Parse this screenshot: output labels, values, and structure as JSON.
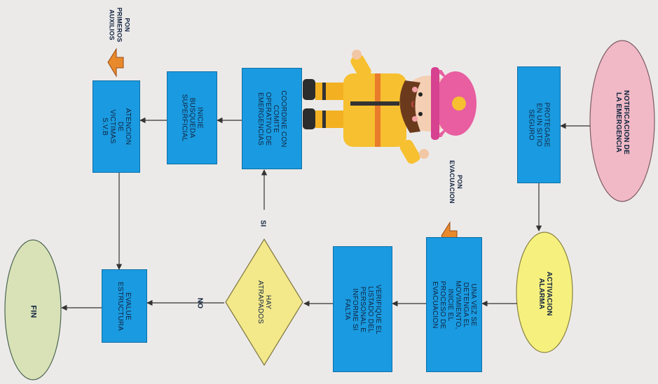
{
  "nodes": {
    "start": "NOTIFICACION DE LA EMERGENCIA",
    "protect": "PROTEGASE EN UN SITIO SEGURO",
    "alarm": "ACTIVACION ALARMA",
    "evac_process": "UNA VEZ SE DETENGA EL MOVIMIENTO, INICIE EL PROCESO DE EVACUACION",
    "verify": "VERIFIQUE EL LISTADO DEL PERSONAL E INFORME SI FALTA",
    "decision": "HAY ATRAPADOS",
    "coordinate": "COORDINE CON COMITE OPERATIVO DE EMERGENCIAS",
    "search": "INICIE BUSQUEDA SUPERFICIAL",
    "attention": "ATENCION DE VICTIMAS S.V.B",
    "evaluate": "EVALUE ESTRUCTURA",
    "end": "FIN"
  },
  "labels": {
    "pon_evacuacion": "PON EVACUACION",
    "pon_primeros_auxilios": "PON PRIMEROS AUXILIOS",
    "yes": "SI",
    "no": "NO"
  },
  "colors": {
    "process_box": "#1a9ae0",
    "start_ellipse": "#f0b9c5",
    "alarm_ellipse": "#f6f07e",
    "decision_diamond": "#f3e88a",
    "end_ellipse": "#d9e2b7",
    "pointer_arrow": "#e8892b"
  },
  "icons": {
    "illustration": "firefighter-girl-cartoon"
  }
}
